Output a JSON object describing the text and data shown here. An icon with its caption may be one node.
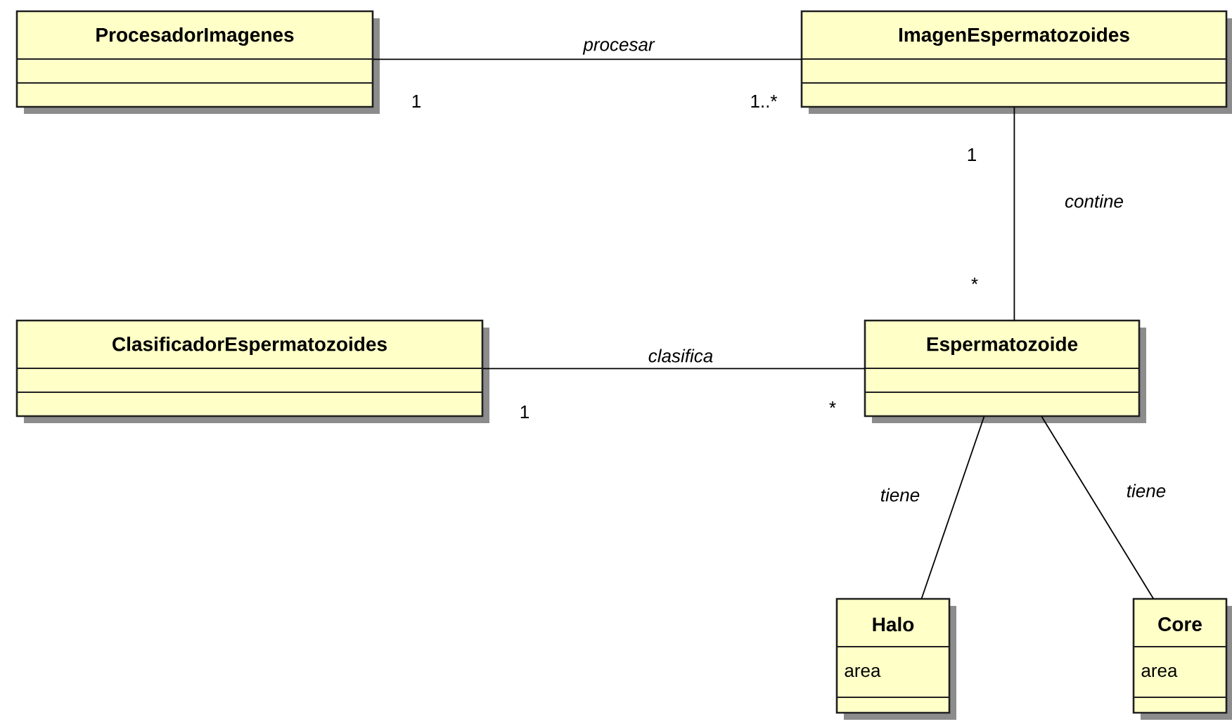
{
  "diagram": {
    "nodes": [
      {
        "text": [
          "ProcesadorImagenes"
        ]
      },
      {
        "text": [
          "ImagenEspermatozoides"
        ]
      },
      {
        "text": [
          "ClasificadorEspermatozoides"
        ]
      },
      {
        "text": [
          "Espermatozoide"
        ]
      },
      {
        "text": [
          "Halo",
          "area"
        ]
      },
      {
        "text": [
          "Core",
          "area"
        ]
      }
    ],
    "edges": [
      {
        "from": 0,
        "to": 1,
        "arrow": "none",
        "label": "procesar"
      },
      {
        "from": 1,
        "to": 3,
        "arrow": "none",
        "label": "contine"
      },
      {
        "from": 2,
        "to": 3,
        "arrow": "none",
        "label": "clasifica"
      },
      {
        "from": 3,
        "to": 4,
        "arrow": "none",
        "label": "tiene"
      },
      {
        "from": 3,
        "to": 5,
        "arrow": "none",
        "label": "tiene"
      }
    ],
    "labels": [
      "1",
      "1..*",
      "1",
      "*",
      "1",
      "*"
    ]
  }
}
